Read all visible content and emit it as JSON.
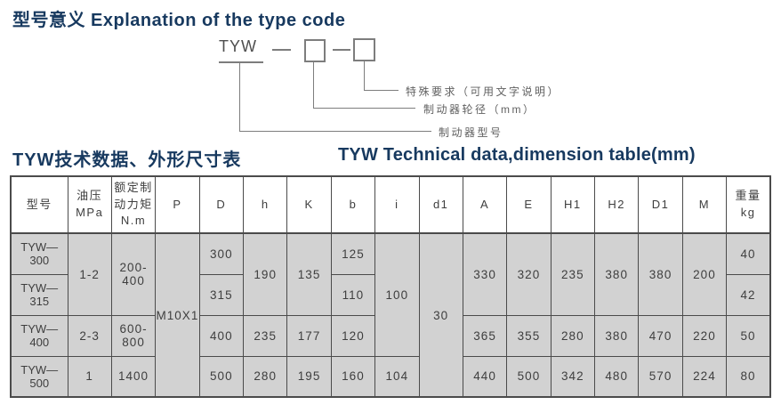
{
  "titles": {
    "main": "型号意义 Explanation of the type code",
    "table_zh": "TYW技术数据、外形尺寸表",
    "table_en": "TYW Technical data,dimension table(mm)"
  },
  "diagram": {
    "code": "TYW",
    "labels": {
      "special_requirements": "特殊要求（可用文字说明）",
      "wheel_diameter": "制动器轮径（mm）",
      "brake_model": "制动器型号"
    }
  },
  "table": {
    "headers": [
      "型号",
      "油压\nMPa",
      "额定制\n动力矩\nN.m",
      "P",
      "D",
      "h",
      "K",
      "b",
      "i",
      "d1",
      "A",
      "E",
      "H1",
      "H2",
      "D1",
      "M",
      "重量\nkg"
    ],
    "rows": {
      "r1": {
        "model": "TYW—300",
        "oil": "1-2",
        "torque": "200-400",
        "P": "M10X1",
        "D": "300",
        "h": "190",
        "K": "135",
        "b": "125",
        "i": "100",
        "d1": "30",
        "A": "330",
        "E": "320",
        "H1": "235",
        "H2": "380",
        "D1": "380",
        "M": "200",
        "wt": "40"
      },
      "r2": {
        "model": "TYW—315",
        "D": "315",
        "b": "110",
        "wt": "42"
      },
      "r3": {
        "model": "TYW—400",
        "oil": "2-3",
        "torque": "600-800",
        "D": "400",
        "h": "235",
        "K": "177",
        "b": "120",
        "A": "365",
        "E": "355",
        "H1": "280",
        "H2": "380",
        "D1": "470",
        "M": "220",
        "wt": "50"
      },
      "r4": {
        "model": "TYW—500",
        "oil": "1",
        "torque": "1400",
        "D": "500",
        "h": "280",
        "K": "195",
        "b": "160",
        "i": "104",
        "A": "440",
        "E": "500",
        "H1": "342",
        "H2": "480",
        "D1": "570",
        "M": "224",
        "wt": "80"
      }
    }
  },
  "colors": {
    "title_navy": "#17395f",
    "cell_background": "#d2d2d2",
    "grid_line": "#4b4b4b",
    "diagram_line": "#7d7d7d"
  }
}
